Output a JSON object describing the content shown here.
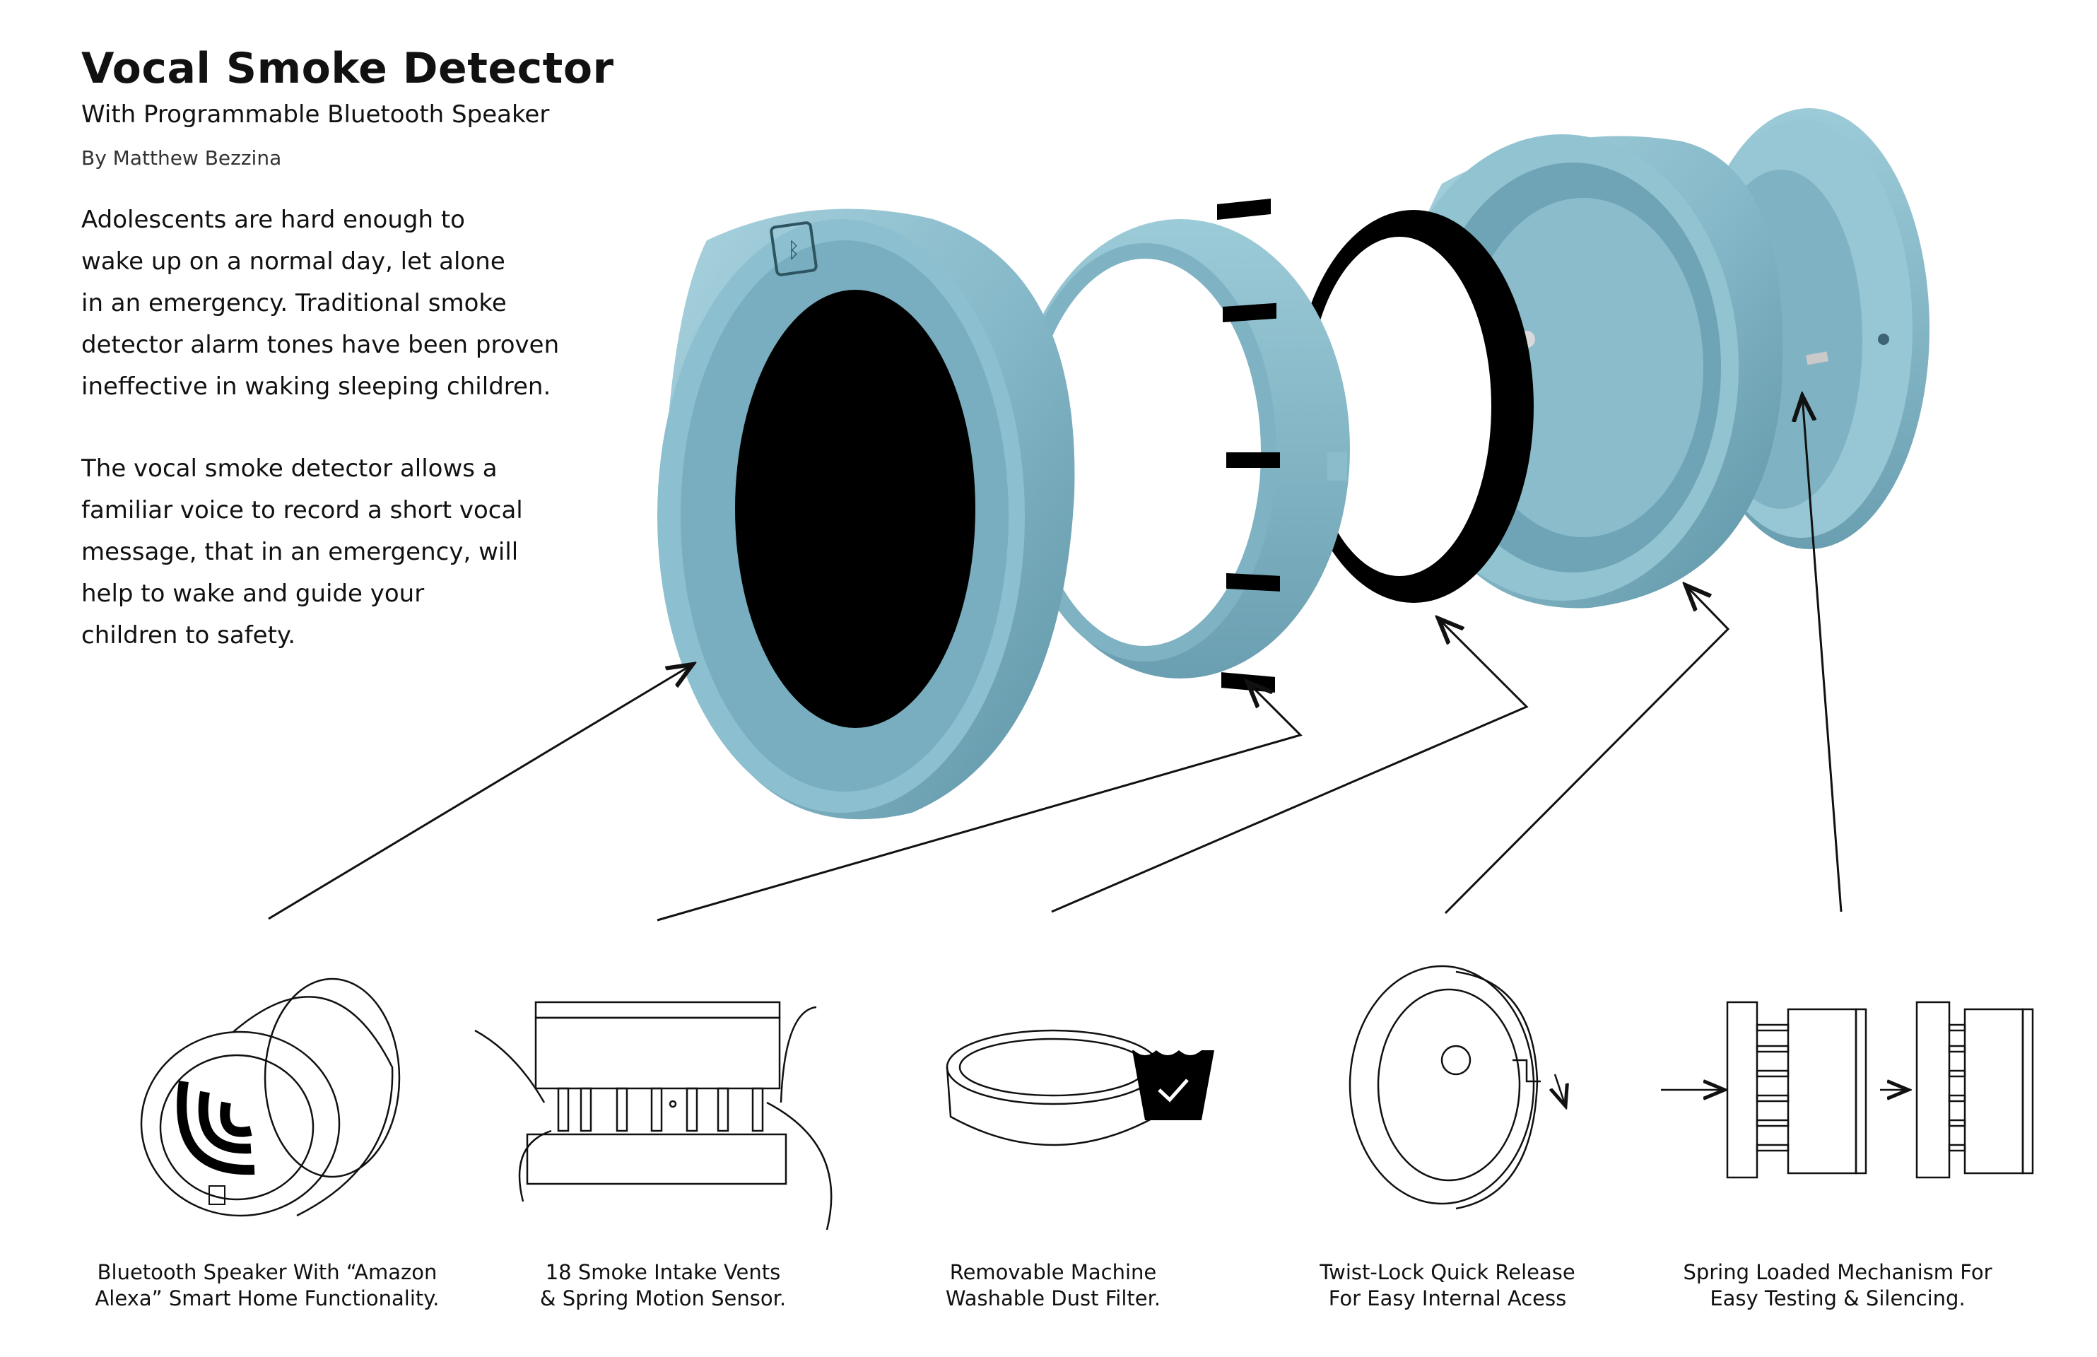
{
  "header": {
    "title": "Vocal Smoke Detector",
    "subtitle": "With Programmable Bluetooth Speaker",
    "byline": "By Matthew Bezzina"
  },
  "body": {
    "paragraph_1": "Adolescents are hard enough to\nwake up on a normal day, let alone\nin an emergency. Traditional smoke\ndetector alarm tones have been proven\nineffective in waking sleeping children.",
    "paragraph_2": "The vocal smoke detector allows a\nfamiliar voice to record a short vocal\nmessage, that in an emergency, will\nhelp to wake and guide your\nchildren to safety."
  },
  "features": [
    {
      "caption": "Bluetooth Speaker With “Amazon\nAlexa” Smart Home Functionality.",
      "icon": "speaker-sketch-icon"
    },
    {
      "caption": "18 Smoke Intake Vents\n& Spring Motion Sensor.",
      "icon": "vents-sketch-icon"
    },
    {
      "caption": "Removable Machine\nWashable Dust Filter.",
      "icon": "filter-sketch-icon"
    },
    {
      "caption": "Twist-Lock Quick Release\nFor Easy Internal Acess",
      "icon": "twist-lock-sketch-icon"
    },
    {
      "caption": "Spring Loaded Mechanism For\nEasy Testing & Silencing.",
      "icon": "spring-sketch-icon"
    }
  ],
  "colors": {
    "shell": "#86b9c9",
    "shell_light": "#a9d2de",
    "shell_dark": "#5e94a6",
    "black": "#000000",
    "line": "#111111"
  }
}
